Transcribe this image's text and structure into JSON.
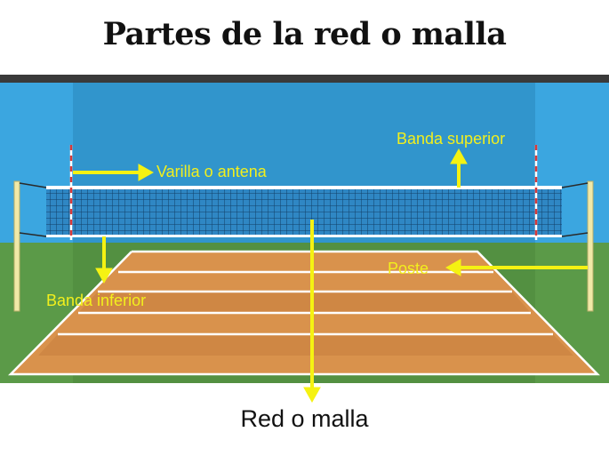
{
  "title": "Partes de la red o malla",
  "labels": {
    "antenna": "Varilla o antena",
    "top_band": "Banda superior",
    "post": "Poste",
    "bottom_band": "Banda inferior"
  },
  "caption": "Red o malla",
  "colors": {
    "sky": "#3ba6e0",
    "sky_center": "#3195cc",
    "top_bar": "#3a3a3a",
    "grass": "#5b9a48",
    "court": "#d9924c",
    "net": "#1e5a8c",
    "post": "#f1e9a8",
    "arrow": "#f5f212",
    "label": "#f2ef1d"
  }
}
